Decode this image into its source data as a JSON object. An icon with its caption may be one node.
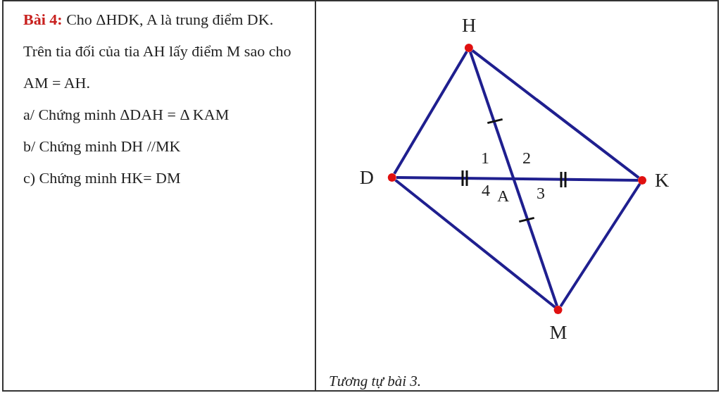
{
  "diagram": {
    "caption": "Tương tự bài 3.",
    "nodes": [
      {
        "text": [
          "H"
        ]
      },
      {
        "text": [
          "D"
        ]
      },
      {
        "text": [
          "K"
        ]
      },
      {
        "text": [
          "M"
        ]
      }
    ],
    "edges": [
      {
        "from": 0,
        "to": 1,
        "arrow": "none"
      },
      {
        "from": 0,
        "to": 2,
        "arrow": "none"
      },
      {
        "from": 1,
        "to": 2,
        "arrow": "none"
      },
      {
        "from": 0,
        "to": 3,
        "arrow": "none"
      },
      {
        "from": 1,
        "to": 3,
        "arrow": "none"
      },
      {
        "from": 2,
        "to": 3,
        "arrow": "none"
      }
    ],
    "labels": [
      "**Bài 4:** Cho ΔHDK, A là trung điểm DK. Trên tia đối của tia AH lấy điểm M sao cho AM = AH.",
      "a/ Chứng minh ΔDAH = Δ KAM",
      "b/ Chứng minh  DH //MK",
      "c) Chứng minh  HK= DM",
      "1",
      "2",
      "4",
      "A",
      "3"
    ]
  }
}
